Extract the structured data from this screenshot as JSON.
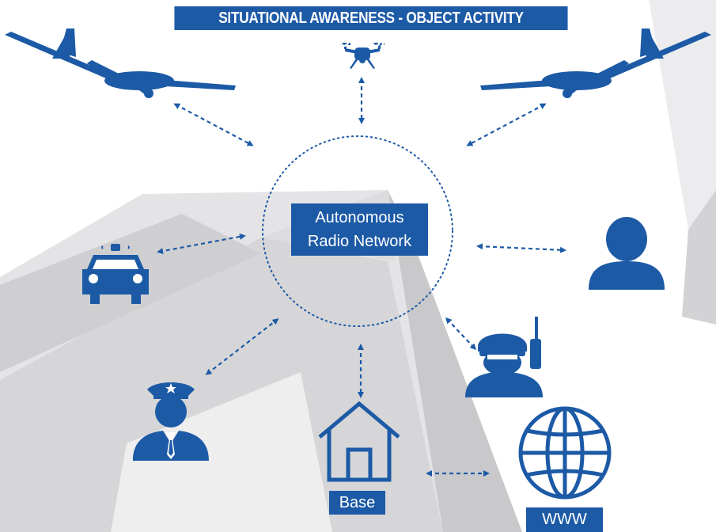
{
  "title": "SITUATIONAL AWARENESS - OBJECT ACTIVITY MONITORING",
  "network": {
    "line1": "Autonomous",
    "line2": "Radio Network"
  },
  "nodes": {
    "base": "Base",
    "www": "WWW"
  },
  "colors": {
    "primary": "#1c5aa6",
    "background_shard": "#d9d9db",
    "background_shard_dark": "#c4c4c6"
  },
  "icons": [
    "fixed-wing-drone-icon",
    "quadcopter-icon",
    "police-car-icon",
    "user-icon",
    "police-officer-icon",
    "soldier-icon",
    "house-icon",
    "globe-icon"
  ]
}
